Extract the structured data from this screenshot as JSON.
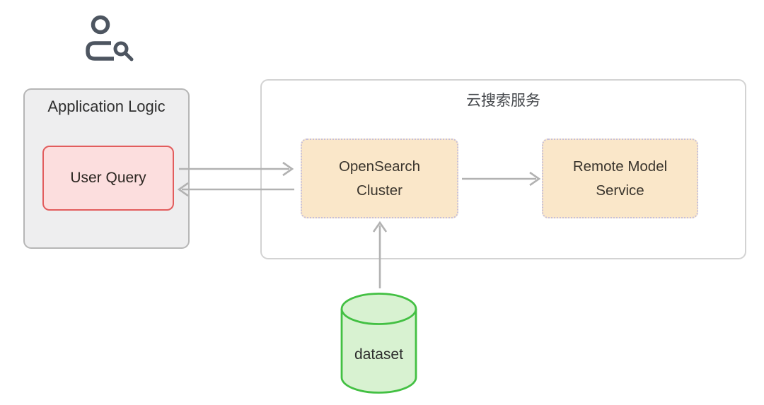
{
  "nodes": {
    "application_logic": {
      "title": "Application Logic"
    },
    "user_query": {
      "label": "User Query"
    },
    "cloud_search_service": {
      "title": "云搜索服务"
    },
    "opensearch_cluster": {
      "label": "OpenSearch Cluster"
    },
    "remote_model_service": {
      "label": "Remote Model Service"
    },
    "dataset": {
      "label": "dataset"
    }
  },
  "icons": {
    "user_search": "user-search-icon"
  },
  "colors": {
    "user_query_fill": "#fcdede",
    "user_query_border": "#e25d5d",
    "service_node_fill": "#fae7c9",
    "service_node_border": "#c6bfd9",
    "container_fill": "#eeeeef",
    "container_border": "#b6b6b6",
    "cloud_box_border": "#d3d3d3",
    "dataset_fill": "#d8f2d1",
    "dataset_stroke": "#43c043",
    "arrow": "#b2b2b2",
    "icon": "#4d5560"
  }
}
